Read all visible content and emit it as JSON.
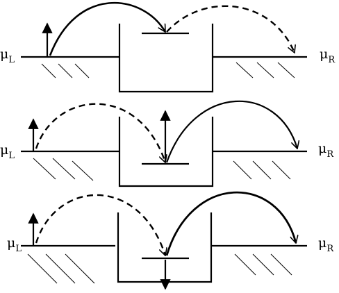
{
  "labels": {
    "mu_symbol": "μ",
    "left_sub": "L",
    "right_sub": "R"
  },
  "panels": [
    {
      "id": "top"
    },
    {
      "id": "middle"
    },
    {
      "id": "bottom"
    }
  ],
  "colors": {
    "stroke": "#000000",
    "background": "#ffffff"
  }
}
